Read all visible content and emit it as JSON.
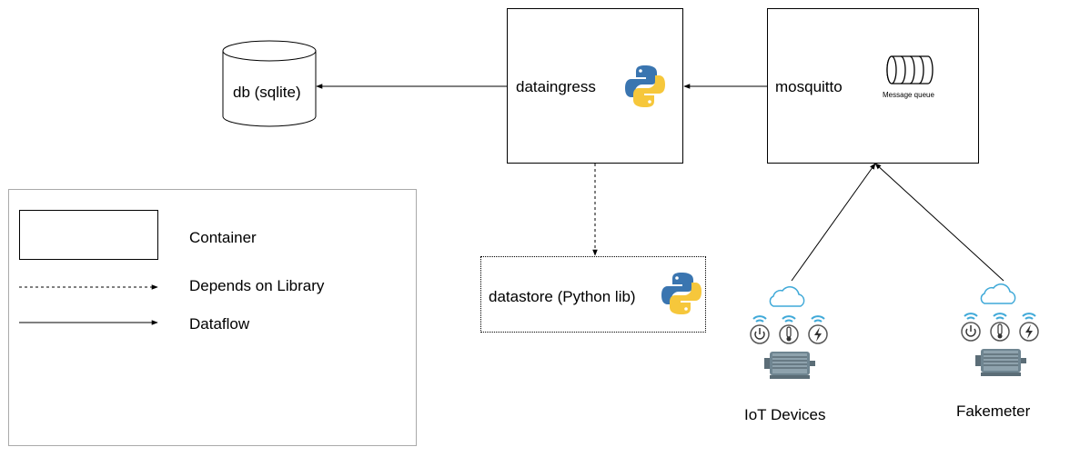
{
  "nodes": {
    "db": {
      "label": "db (sqlite)"
    },
    "dataingress": {
      "label": "dataingress",
      "icon": "python-icon"
    },
    "mosquitto": {
      "label": "mosquitto",
      "queue_label": "Message queue",
      "icon": "message-queue-icon"
    },
    "datastore": {
      "label": "datastore (Python lib)",
      "icon": "python-icon"
    },
    "iot_devices": {
      "label": "IoT Devices",
      "icon": "iot-sensor-motor-icon"
    },
    "fakemeter": {
      "label": "Fakemeter",
      "icon": "iot-sensor-motor-icon"
    }
  },
  "legend": {
    "container": "Container",
    "depends": "Depends on Library",
    "dataflow": "Dataflow"
  },
  "edges": [
    {
      "from": "mosquitto",
      "to": "dataingress",
      "style": "solid"
    },
    {
      "from": "dataingress",
      "to": "db",
      "style": "solid"
    },
    {
      "from": "dataingress",
      "to": "datastore",
      "style": "dashed"
    },
    {
      "from": "iot_devices",
      "to": "mosquitto",
      "style": "solid"
    },
    {
      "from": "fakemeter",
      "to": "mosquitto",
      "style": "solid"
    }
  ],
  "colors": {
    "python_blue": "#3a75b0",
    "python_yellow": "#f6c73b",
    "cloud": "#3fa9d8",
    "wifi": "#3fa9d8",
    "motor": "#6f8591",
    "legend_border": "#aaaaaa"
  }
}
